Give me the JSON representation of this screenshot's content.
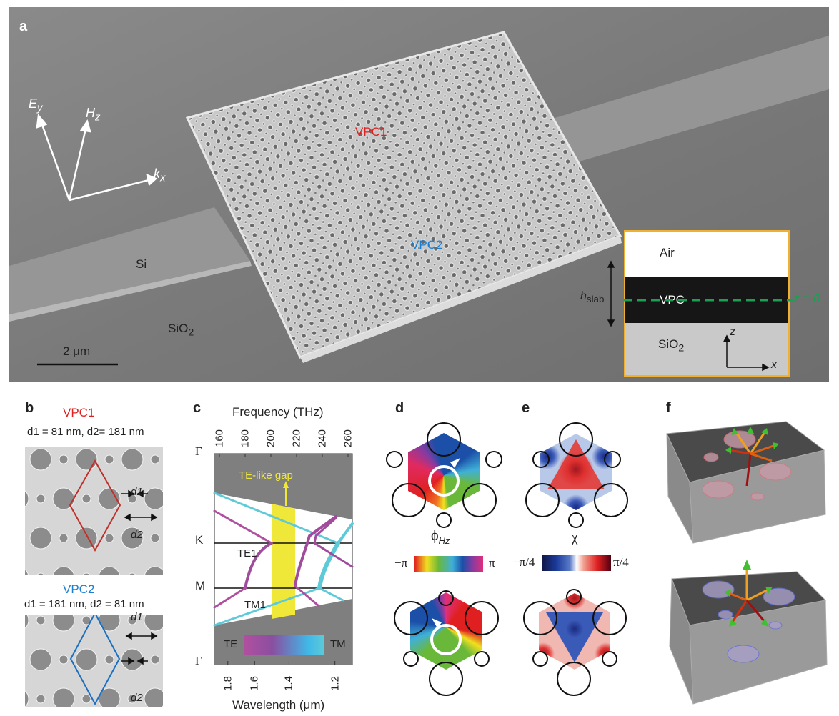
{
  "panels": {
    "a": {
      "label": "a",
      "axes": {
        "ey": "E",
        "ey_sub": "y",
        "hz": "H",
        "hz_sub": "z",
        "kx": "k",
        "kx_sub": "x"
      },
      "vpc1": "VPC1",
      "vpc2": "VPC2",
      "si": "Si",
      "sio2": "SiO",
      "sio2_sub": "2",
      "scale_bar": "2 μm",
      "inset": {
        "air": "Air",
        "vpc": "VPC",
        "sio2": "SiO",
        "sio2_sub": "2",
        "hslab": "h",
        "hslab_sub": "slab",
        "z0": "z = 0",
        "z_axis": "z",
        "x_axis": "x"
      }
    },
    "b": {
      "label": "b",
      "vpc1": {
        "title": "VPC1",
        "params": "d1 = 81 nm, d2= 181 nm"
      },
      "vpc2": {
        "title": "VPC2",
        "params": "d1 = 181 nm, d2 = 81 nm"
      },
      "d1": "d1",
      "d2": "d2"
    },
    "c": {
      "label": "c",
      "top_axis": "Frequency (THz)",
      "bottom_axis": "Wavelength (μm)",
      "freq_ticks": [
        160,
        180,
        200,
        220,
        240,
        260
      ],
      "wl_ticks": [
        "1.8",
        "1.6",
        "1.4",
        "1.2"
      ],
      "k_labels": [
        "Γ",
        "K",
        "M",
        "Γ"
      ],
      "gap_label": "TE-like gap",
      "te1": "TE1",
      "tm1": "TM1",
      "legend_te": "TE",
      "legend_tm": "TM"
    },
    "d": {
      "label": "d",
      "colorbar_title": "ϕ",
      "colorbar_sub": "Hz",
      "min": "−π",
      "max": "π"
    },
    "e": {
      "label": "e",
      "colorbar_title": "χ",
      "min": "−π/4",
      "max": "π/4"
    },
    "f": {
      "label": "f"
    }
  },
  "colors": {
    "vpc1": "#e0201e",
    "vpc2": "#1a7fd0",
    "inset_border": "#f0b030",
    "z0": "#1aa050",
    "gap": "#f0e838",
    "te": "#b04fa0",
    "tm": "#5ecad8"
  }
}
